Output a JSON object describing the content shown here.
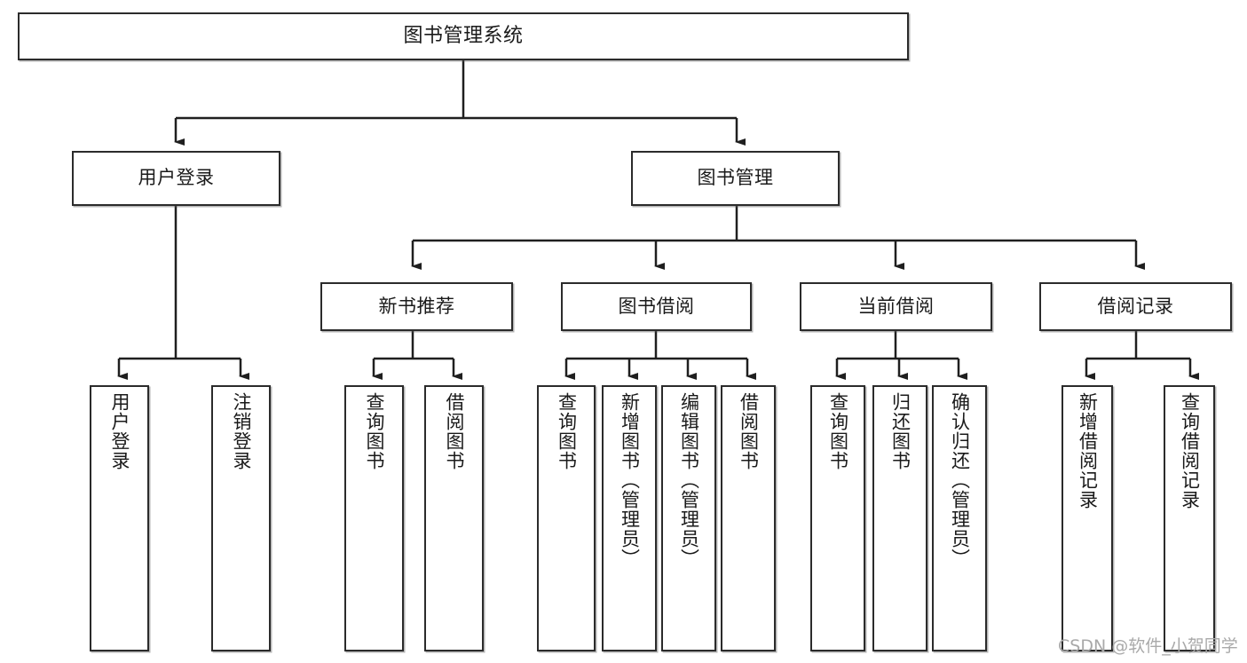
{
  "diagram": {
    "type": "hierarchy-tree",
    "title": "图书管理系统",
    "watermark": "CSDN @软件_小贺同学",
    "colors": {
      "box_border": "#2b2b2b",
      "box_fill": "#ffffff",
      "connector": "#1f1f1f",
      "text": "#1a1a1a",
      "watermark": "#a9a9a9"
    },
    "levels": {
      "root": {
        "label": "图书管理系统"
      },
      "level2": [
        {
          "label": "用户登录"
        },
        {
          "label": "图书管理"
        }
      ],
      "level3": [
        {
          "label": "新书推荐"
        },
        {
          "label": "图书借阅"
        },
        {
          "label": "当前借阅"
        },
        {
          "label": "借阅记录"
        }
      ],
      "leaves": [
        {
          "label": "用户登录",
          "parent": "用户登录"
        },
        {
          "label": "注销登录",
          "parent": "用户登录"
        },
        {
          "label": "查询图书",
          "parent": "新书推荐"
        },
        {
          "label": "借阅图书",
          "parent": "新书推荐"
        },
        {
          "label": "查询图书",
          "parent": "图书借阅"
        },
        {
          "label": "新增图书（管理员）",
          "parent": "图书借阅"
        },
        {
          "label": "编辑图书（管理员）",
          "parent": "图书借阅"
        },
        {
          "label": "借阅图书",
          "parent": "图书借阅"
        },
        {
          "label": "查询图书",
          "parent": "当前借阅"
        },
        {
          "label": "归还图书",
          "parent": "当前借阅"
        },
        {
          "label": "确认归还（管理员）",
          "parent": "当前借阅"
        },
        {
          "label": "新增借阅记录",
          "parent": "借阅记录"
        },
        {
          "label": "查询借阅记录",
          "parent": "借阅记录"
        }
      ]
    }
  }
}
